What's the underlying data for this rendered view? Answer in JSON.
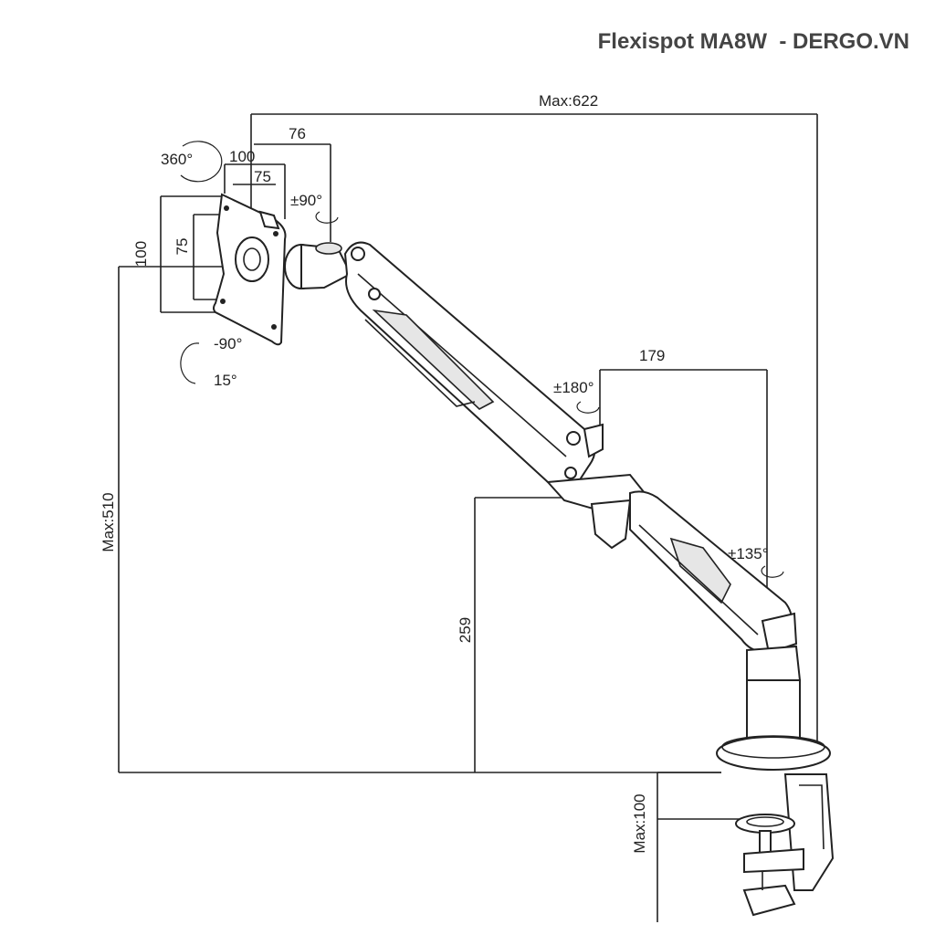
{
  "header": {
    "title": "Flexispot MA8W  - DERGO.VN"
  },
  "dimensions": {
    "max_reach": "Max:622",
    "vesa_offset": "76",
    "vesa_100_w": "100",
    "vesa_75_w": "75",
    "vesa_100_h": "100",
    "vesa_75_h": "75",
    "max_height": "Max:510",
    "lower_arm_reach": "179",
    "pole_height": "259",
    "max_clamp_thickness": "Max:100"
  },
  "angles": {
    "rotation": "360°",
    "swivel_head": "±90°",
    "tilt_down": "-90°",
    "tilt_up": "15°",
    "elbow_swivel": "±180°",
    "base_swivel": "±135°"
  },
  "colors": {
    "line": "#222222",
    "header_text": "#444444",
    "background": "#ffffff"
  }
}
